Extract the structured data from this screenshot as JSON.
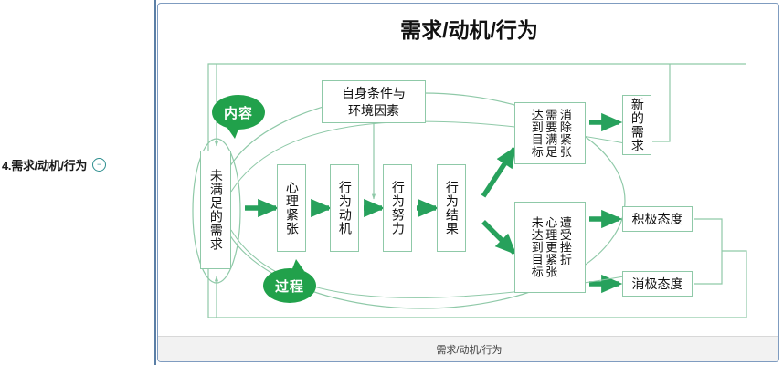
{
  "outline": {
    "item_label": "4.需求/动机/行为",
    "collapse_icon": "minus-circle-icon"
  },
  "slide": {
    "title": "需求/动机/行为",
    "footer_text": "需求/动机/行为",
    "accent_green": "#21a14b",
    "node_border": "#8fc9a8",
    "panel_border": "#7f9cc0"
  },
  "diagram": {
    "type": "flowchart",
    "callouts": [
      {
        "label": "内容",
        "id": "content-callout"
      },
      {
        "label": "过程",
        "id": "process-callout"
      }
    ],
    "nodes": [
      {
        "id": "unmet-need",
        "label": "未满足的需求",
        "orientation": "vertical"
      },
      {
        "id": "factors",
        "label": "自身条件与环境因素",
        "orientation": "horizontal-2line",
        "line1": "自身条件与",
        "line2": "环境因素"
      },
      {
        "id": "psych-tension",
        "label": "心理紧张",
        "orientation": "vertical"
      },
      {
        "id": "behavior-motive",
        "label": "行为动机",
        "orientation": "vertical"
      },
      {
        "id": "behavior-effort",
        "label": "行为努力",
        "orientation": "vertical"
      },
      {
        "id": "behavior-result",
        "label": "行为结果",
        "orientation": "vertical"
      },
      {
        "id": "goal-reached",
        "label": "消除紧张 需要满足 达到目标",
        "orientation": "vertical-columns",
        "columns": [
          "消除紧张",
          "需要满足",
          "达到目标"
        ]
      },
      {
        "id": "goal-failed",
        "label": "遭受挫折 心理更紧张 未达到目标",
        "orientation": "vertical-columns",
        "columns": [
          "遭受挫折",
          "心理更紧张",
          "未达到目标"
        ]
      },
      {
        "id": "new-need",
        "label": "新的需求",
        "orientation": "vertical"
      },
      {
        "id": "positive-attitude",
        "label": "积极态度",
        "orientation": "horizontal"
      },
      {
        "id": "negative-attitude",
        "label": "消极态度",
        "orientation": "horizontal"
      }
    ],
    "edges": [
      {
        "from": "unmet-need",
        "to": "psych-tension"
      },
      {
        "from": "psych-tension",
        "to": "behavior-motive"
      },
      {
        "from": "behavior-motive",
        "to": "behavior-effort"
      },
      {
        "from": "behavior-effort",
        "to": "behavior-result"
      },
      {
        "from": "behavior-result",
        "to": "goal-reached"
      },
      {
        "from": "behavior-result",
        "to": "goal-failed"
      },
      {
        "from": "goal-reached",
        "to": "new-need"
      },
      {
        "from": "goal-failed",
        "to": "positive-attitude"
      },
      {
        "from": "goal-failed",
        "to": "negative-attitude"
      },
      {
        "from": "factors",
        "to": "behavior-effort"
      },
      {
        "from": "new-need",
        "to": "unmet-need",
        "style": "feedback-loop"
      },
      {
        "from": "positive-attitude",
        "to": "unmet-need",
        "style": "feedback-loop"
      },
      {
        "from": "negative-attitude",
        "to": "unmet-need",
        "style": "feedback-loop"
      }
    ]
  }
}
